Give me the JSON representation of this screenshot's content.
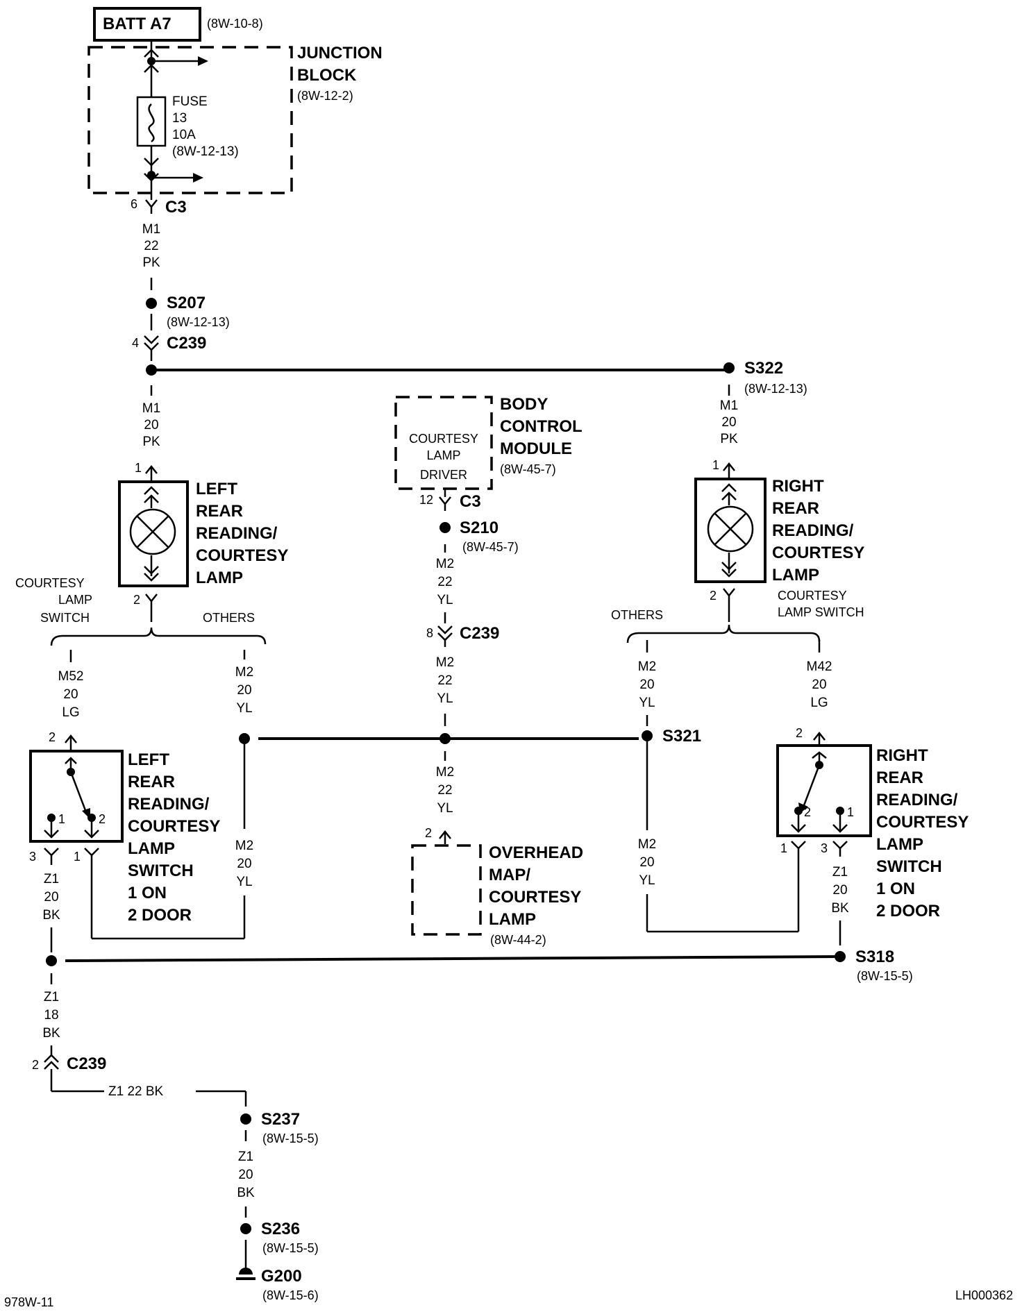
{
  "source": {
    "label": "BATT A7",
    "ref": "(8W-10-8)"
  },
  "junction_block": {
    "title1": "JUNCTION",
    "title2": "BLOCK",
    "ref": "(8W-12-2)",
    "fuse_label": "FUSE",
    "fuse_num": "13",
    "fuse_amps": "10A",
    "fuse_ref": "(8W-12-13)"
  },
  "connectors": {
    "c3_top": {
      "pin": "6",
      "name": "C3"
    },
    "c239_top": {
      "pin": "4",
      "name": "C239"
    },
    "c239_mid": {
      "pin": "8",
      "name": "C239"
    },
    "c239_bottom": {
      "pin": "2",
      "name": "C239"
    },
    "bcm_c3": {
      "pin": "12",
      "name": "C3"
    }
  },
  "splices": {
    "s207": {
      "name": "S207",
      "ref": "(8W-12-13)"
    },
    "s322": {
      "name": "S322",
      "ref": "(8W-12-13)"
    },
    "s210": {
      "name": "S210",
      "ref": "(8W-45-7)"
    },
    "s321": {
      "name": "S321"
    },
    "s318": {
      "name": "S318",
      "ref": "(8W-15-5)"
    },
    "s237": {
      "name": "S237",
      "ref": "(8W-15-5)"
    },
    "s236": {
      "name": "S236",
      "ref": "(8W-15-5)"
    }
  },
  "ground": {
    "name": "G200",
    "ref": "(8W-15-6)"
  },
  "wires": {
    "m1_22_pk": [
      "M1",
      "22",
      "PK"
    ],
    "m1_20_pk_left": [
      "M1",
      "20",
      "PK"
    ],
    "m1_20_pk_right": [
      "M1",
      "20",
      "PK"
    ],
    "m2_22_yl_a": [
      "M2",
      "22",
      "YL"
    ],
    "m2_22_yl_b": [
      "M2",
      "22",
      "YL"
    ],
    "m2_22_yl_c": [
      "M2",
      "22",
      "YL"
    ],
    "m52_20_lg": [
      "M52",
      "20",
      "LG"
    ],
    "m2_20_yl_l1": [
      "M2",
      "20",
      "YL"
    ],
    "m2_20_yl_l2": [
      "M2",
      "20",
      "YL"
    ],
    "m2_20_yl_r1": [
      "M2",
      "20",
      "YL"
    ],
    "m2_20_yl_r2": [
      "M2",
      "20",
      "YL"
    ],
    "m42_20_lg": [
      "M42",
      "20",
      "LG"
    ],
    "z1_20_bk_left": [
      "Z1",
      "20",
      "BK"
    ],
    "z1_20_bk_right": [
      "Z1",
      "20",
      "BK"
    ],
    "z1_18_bk": [
      "Z1",
      "18",
      "BK"
    ],
    "z1_20_bk_bottom": [
      "Z1",
      "20",
      "BK"
    ],
    "z1_22_bk": "Z1   22 BK"
  },
  "bcm": {
    "title1": "BODY",
    "title2": "CONTROL",
    "title3": "MODULE",
    "ref": "(8W-45-7)",
    "inner1": "COURTESY",
    "inner2": "LAMP",
    "inner3": "DRIVER"
  },
  "left_lamp": {
    "pin_top": "1",
    "pin_bottom": "2",
    "lines": [
      "LEFT",
      "REAR",
      "READING/",
      "COURTESY",
      "LAMP"
    ]
  },
  "right_lamp": {
    "pin_top": "1",
    "pin_bottom": "2",
    "lines": [
      "RIGHT",
      "REAR",
      "READING/",
      "COURTESY",
      "LAMP"
    ]
  },
  "left_branch": {
    "courtesy1": "COURTESY",
    "courtesy2": "LAMP",
    "courtesy3": "SWITCH",
    "others": "OTHERS"
  },
  "right_branch": {
    "others": "OTHERS",
    "courtesy1": "COURTESY",
    "courtesy2": "LAMP SWITCH"
  },
  "left_switch": {
    "pin_top": "2",
    "pin_3": "3",
    "pin_1": "1",
    "in1": "1",
    "in2": "2",
    "lines": [
      "LEFT",
      "REAR",
      "READING/",
      "COURTESY",
      "LAMP",
      "SWITCH",
      "1 ON",
      "2 DOOR"
    ]
  },
  "right_switch": {
    "pin_top": "2",
    "pin_1": "1",
    "pin_3": "3",
    "in2": "2",
    "in1": "1",
    "lines": [
      "RIGHT",
      "REAR",
      "READING/",
      "COURTESY",
      "LAMP",
      "SWITCH",
      "1 ON",
      "2 DOOR"
    ]
  },
  "overhead": {
    "pin": "2",
    "lines": [
      "OVERHEAD",
      "MAP/",
      "COURTESY",
      "LAMP"
    ],
    "ref": "(8W-44-2)"
  },
  "footer": {
    "left": "978W-11",
    "right": "LH000362"
  }
}
